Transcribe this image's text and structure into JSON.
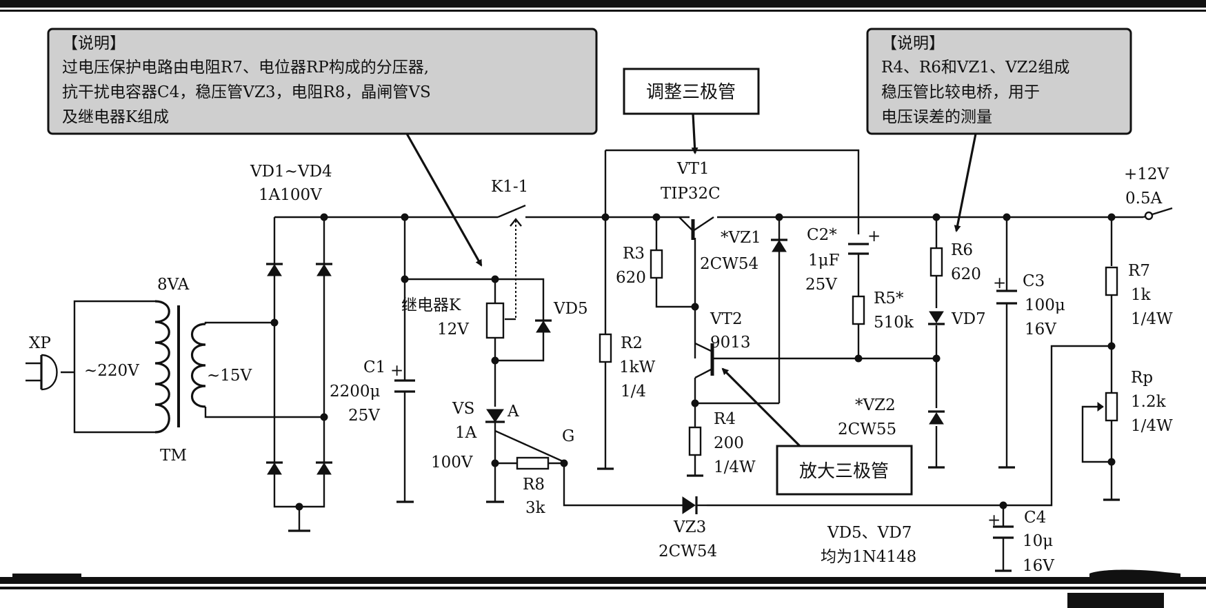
{
  "notes": {
    "left": {
      "header": "【说明】",
      "lines": [
        "过电压保护电路由电阻R7、电位器RP构成的分压器,",
        "抗干扰电容器C4，稳压管VZ3，电阻R8，晶闸管VS",
        "及继电器K组成"
      ]
    },
    "right": {
      "header": "【说明】",
      "lines": [
        "R4、R6和VZ1、VZ2组成",
        "稳压管比较电桥，用于",
        "电压误差的测量"
      ]
    }
  },
  "callouts": {
    "adjust_transistor": "调整三极管",
    "amplifier_transistor": "放大三极管"
  },
  "components": {
    "xp": "XP",
    "mains": "~220V",
    "transformer_rating": "8VA",
    "secondary": "~15V",
    "transformer": "TM",
    "bridge_name": "VD1~VD4",
    "bridge_rating": "1A100V",
    "c1_name": "C1",
    "c1_value": "2200μ",
    "c1_voltage": "25V",
    "relay_contact": "K1-1",
    "relay_name": "继电器K",
    "relay_voltage": "12V",
    "vd5": "VD5",
    "vs_name": "VS",
    "vs_current": "1A",
    "vs_voltage": "100V",
    "vs_anode": "A",
    "vs_gate": "G",
    "r8_name": "R8",
    "r8_value": "3k",
    "r2_name": "R2",
    "r2_value": "1kW",
    "r2_power": "1/4",
    "vt1_name": "VT1",
    "vt1_type": "TIP32C",
    "r3_name": "R3",
    "r3_value": "620",
    "vt2_name": "VT2",
    "vt2_type": "9013",
    "r4_name": "R4",
    "r4_value": "200",
    "r4_power": "1/4W",
    "vz1_name": "*VZ1",
    "vz1_type": "2CW54",
    "c2_name": "C2*",
    "c2_value": "1μF",
    "c2_voltage": "25V",
    "r5_name": "R5*",
    "r5_value": "510k",
    "r6_name": "R6",
    "r6_value": "620",
    "vd7": "VD7",
    "vz2_name": "*VZ2",
    "vz2_type": "2CW55",
    "c3_name": "C3",
    "c3_value": "100μ",
    "c3_voltage": "16V",
    "output_voltage": "+12V",
    "output_current": "0.5A",
    "r7_name": "R7",
    "r7_value": "1k",
    "r7_power": "1/4W",
    "rp_name": "Rp",
    "rp_value": "1.2k",
    "rp_power": "1/4W",
    "vz3_name": "VZ3",
    "vz3_type": "2CW54",
    "diode_note_line1": "VD5、VD7",
    "diode_note_line2": "均为1N4148",
    "c4_name": "C4",
    "c4_value": "10μ",
    "c4_voltage": "16V"
  },
  "colors": {
    "note_fill": "#cfcfcf",
    "ink": "#111111",
    "background": "#ffffff"
  }
}
